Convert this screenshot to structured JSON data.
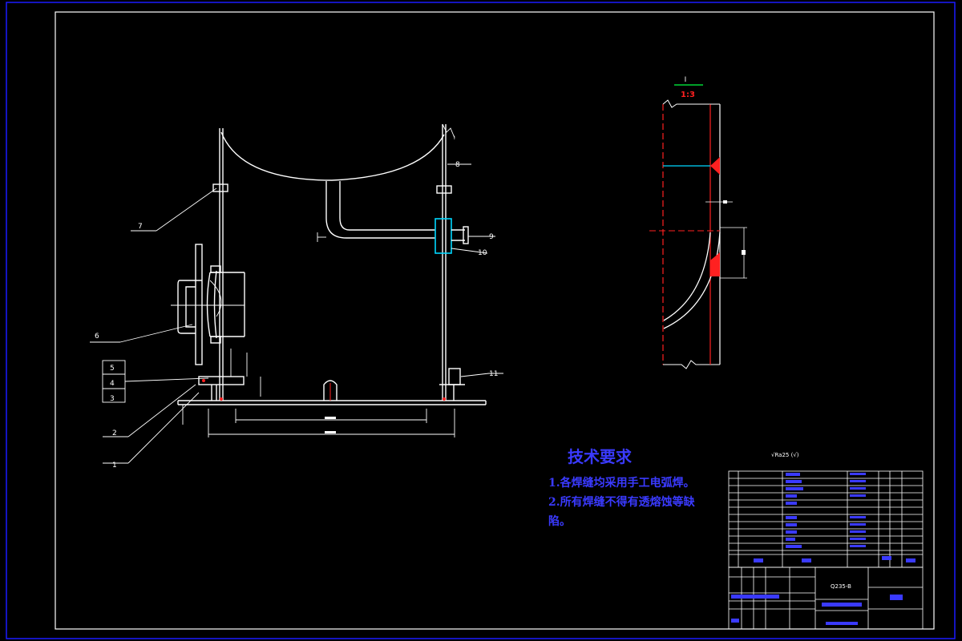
{
  "callouts": [
    "1",
    "2",
    "3",
    "4",
    "5",
    "6",
    "7",
    "8",
    "9",
    "10",
    "11"
  ],
  "detail": {
    "label": "I",
    "scale": "1:3"
  },
  "requirements": {
    "title": "技术要求",
    "item1": "1.各焊缝均采用手工电弧焊。",
    "item2_line1": "2.所有焊缝不得有透熔蚀等缺",
    "item2_line2": "陷。"
  },
  "roughness": "√Ra25 (√)",
  "title_block": {
    "material": "Q235-B"
  },
  "colors": {
    "frame": "#1a1aff",
    "lines": "#ffffff",
    "accent_red": "#ff2020",
    "accent_cyan": "#00d8ff",
    "text_blue": "#3a3aff"
  }
}
